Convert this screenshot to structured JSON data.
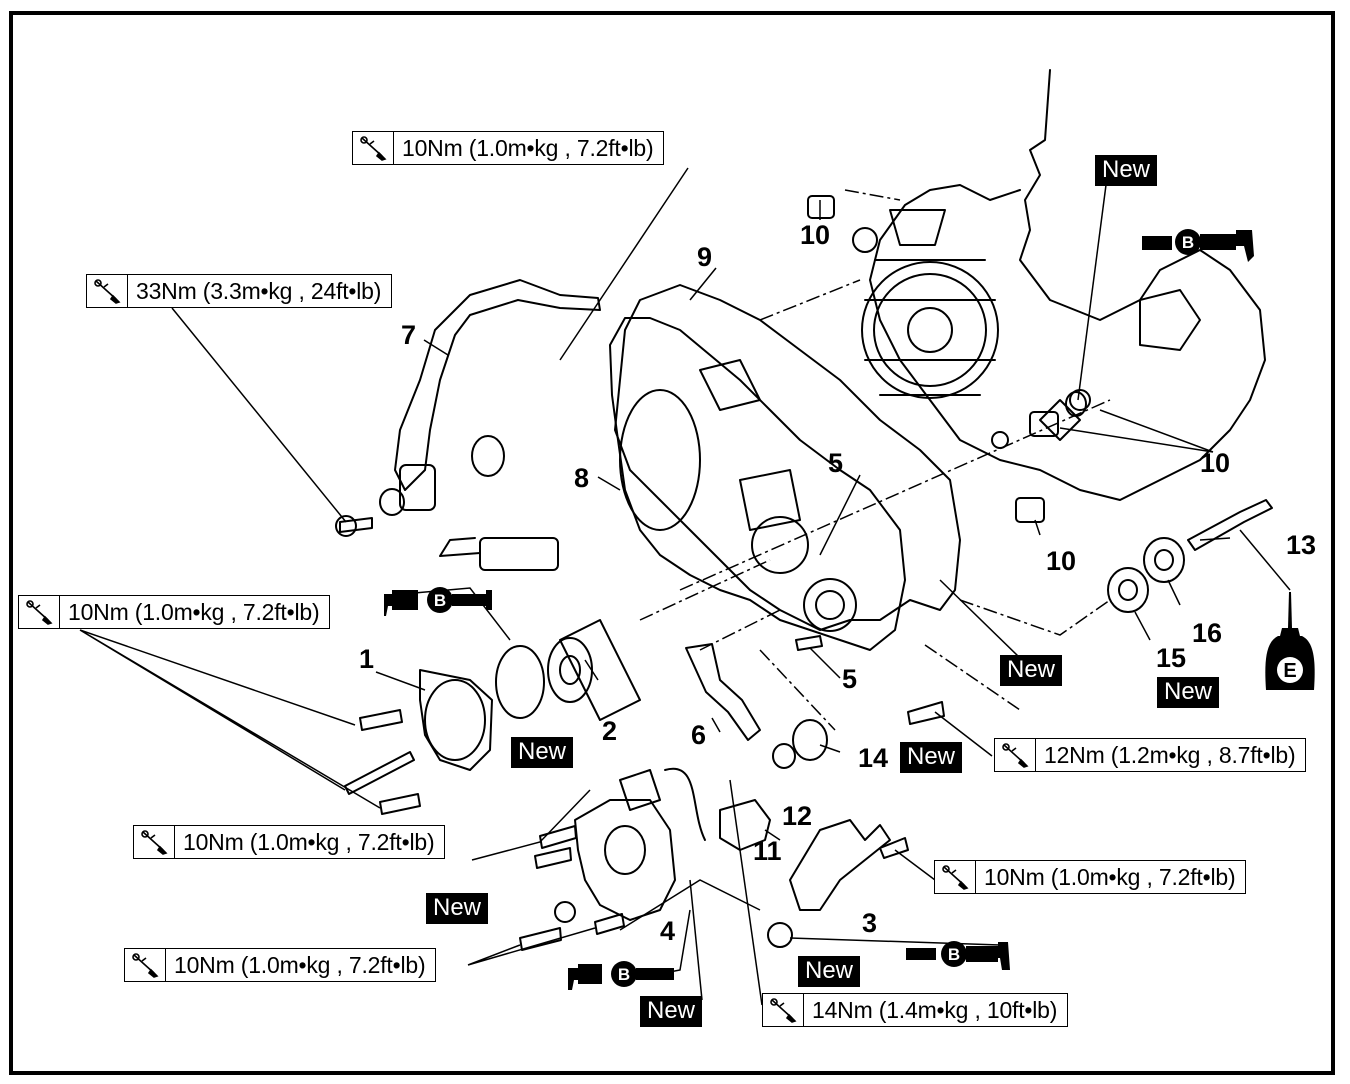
{
  "torque": {
    "t1": "10Nm (1.0m•kg , 7.2ft•lb)",
    "t2": "33Nm (3.3m•kg , 24ft•lb)",
    "t3": "10Nm (1.0m•kg , 7.2ft•lb)",
    "t4": "12Nm (1.2m•kg , 8.7ft•lb)",
    "t5": "10Nm (1.0m•kg , 7.2ft•lb)",
    "t6": "10Nm (1.0m•kg , 7.2ft•lb)",
    "t7": "10Nm (1.0m•kg , 7.2ft•lb)",
    "t8": "14Nm (1.4m•kg , 10ft•lb)"
  },
  "new_label": "New",
  "grease_letter": "B",
  "oil_letter": "E",
  "parts": {
    "p1": "1",
    "p2": "2",
    "p3": "3",
    "p4": "4",
    "p5a": "5",
    "p5b": "5",
    "p6": "6",
    "p7": "7",
    "p8": "8",
    "p9": "9",
    "p10a": "10",
    "p10b": "10",
    "p10c": "10",
    "p11": "11",
    "p12": "12",
    "p13": "13",
    "p14": "14",
    "p15": "15",
    "p16": "16"
  },
  "icons": [
    "torque-wrench-icon",
    "grease-gun-icon",
    "oil-can-icon"
  ]
}
